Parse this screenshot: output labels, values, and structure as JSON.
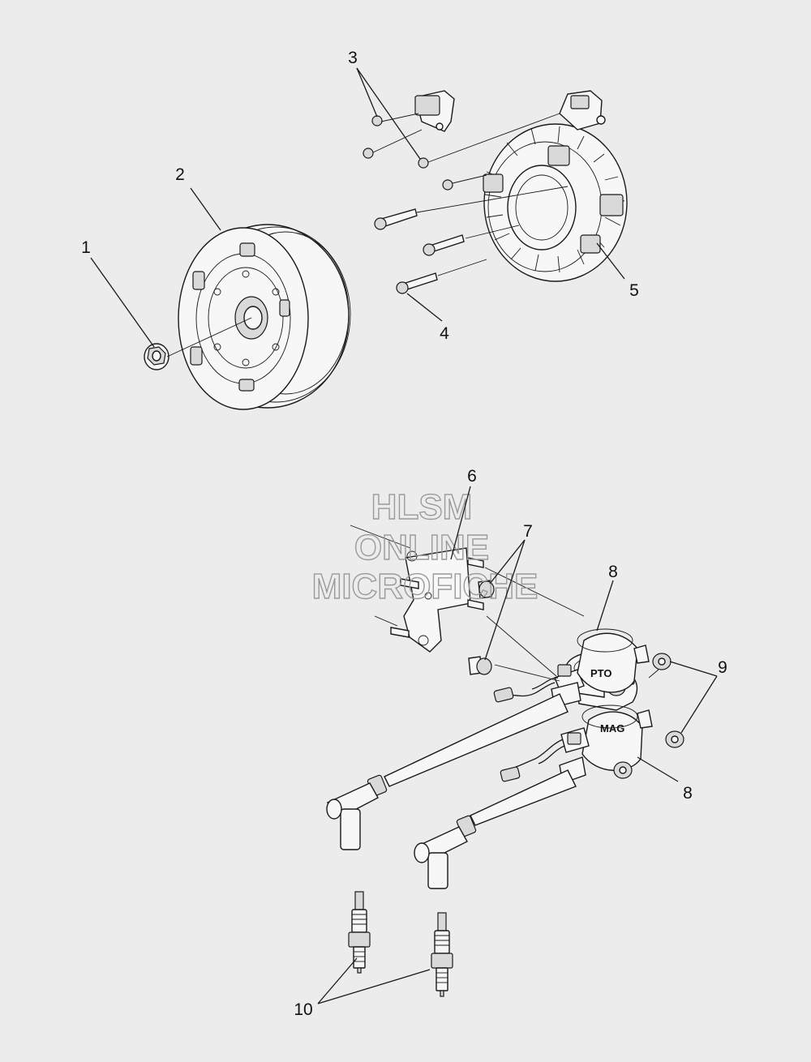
{
  "watermark": {
    "line1": "HLSM",
    "line2": "ONLINE",
    "line3": "MICROFICHE"
  },
  "callouts": [
    "1",
    "2",
    "3",
    "4",
    "5",
    "6",
    "7",
    "8",
    "8",
    "9",
    "10"
  ],
  "coil_labels": {
    "upper": "PTO",
    "lower": "MAG"
  }
}
